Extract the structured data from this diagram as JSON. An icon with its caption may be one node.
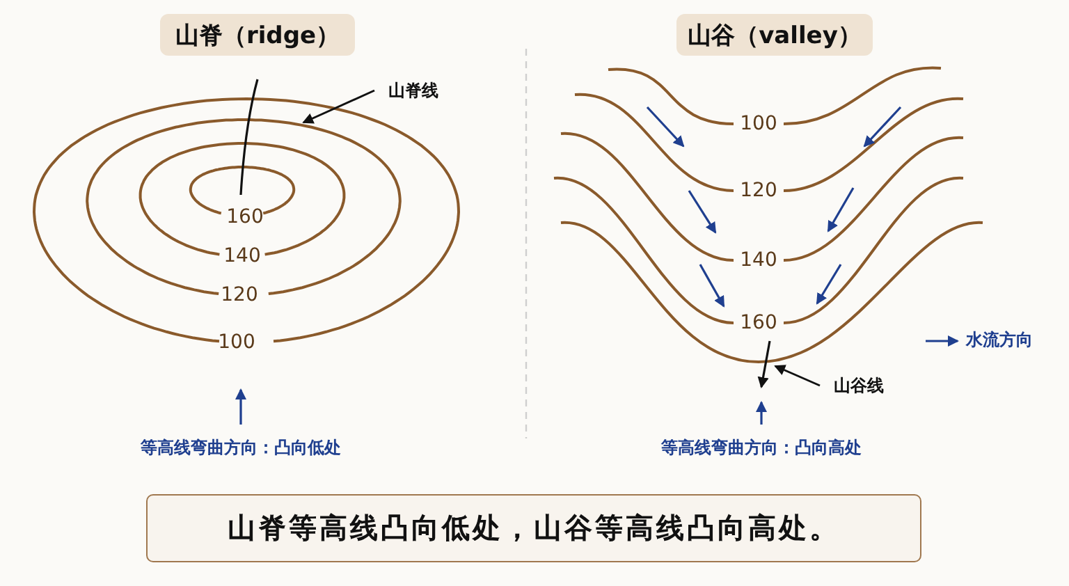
{
  "diagram": {
    "nodes": [
      {
        "text": [
          "山脊（ridge）"
        ]
      },
      {
        "text": [
          "山谷（valley）"
        ]
      },
      {
        "text": [
          "山脊线"
        ]
      },
      {
        "text": [
          "山谷线"
        ]
      },
      {
        "text": [
          "山脊等高线凸向低处，山谷等高线凸向高处。"
        ]
      }
    ],
    "edges": [
      {
        "from": 2,
        "to": null,
        "arrow": "to"
      },
      {
        "from": 3,
        "to": null,
        "arrow": "to"
      }
    ],
    "labels": [
      "160",
      "140",
      "120",
      "100",
      "等高线弯曲方向：凸向低处",
      "100",
      "120",
      "140",
      "160",
      "等高线弯曲方向：凸向高处"
    ],
    "legend": [
      {
        "text": "水流方向"
      }
    ]
  }
}
